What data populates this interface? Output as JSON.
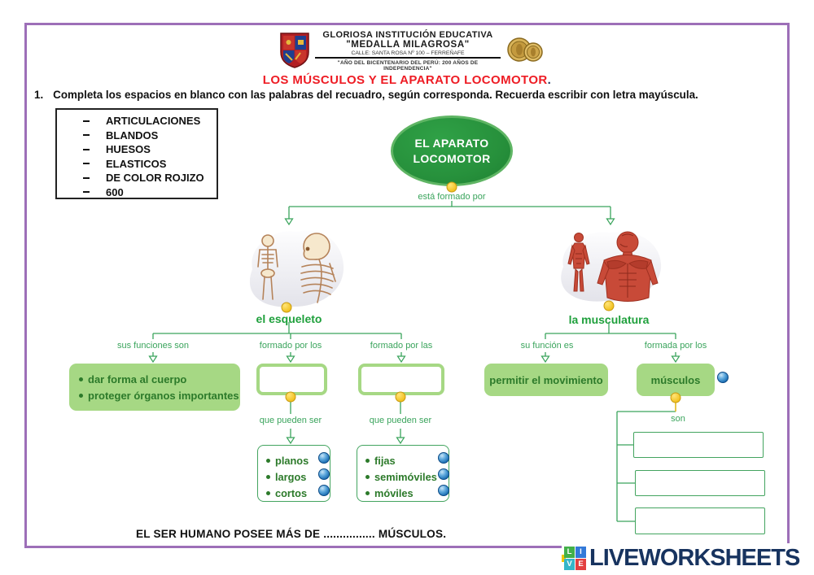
{
  "header": {
    "school_name": "GLORIOSA INSTITUCIÓN EDUCATIVA",
    "school_subname": "\"MEDALLA MILAGROSA\"",
    "address": "CALLE: SANTA ROSA Nº 100 – FERREÑAFE",
    "motto": "\"AÑO DEL BICENTENARIO DEL PERÚ: 200 AÑOS DE INDEPENDENCIA\""
  },
  "title": {
    "text": "LOS MÚSCULOS Y EL APARATO LOCOMOTOR",
    "period": "."
  },
  "instruction": {
    "number": "1.",
    "text": "Completa los espacios en blanco con las palabras del recuadro, según corresponda. Recuerda escribir con letra mayúscula."
  },
  "word_bank": {
    "items": [
      "ARTICULACIONES",
      "BLANDOS",
      "HUESOS",
      "ELASTICOS",
      "DE COLOR ROJIZO",
      "600"
    ]
  },
  "map": {
    "root_label": "EL APARATO LOCOMOTOR",
    "root_connector": "está formado por",
    "left": {
      "node_label": "el esqueleto",
      "branch_labels": [
        "sus funciones son",
        "formado por los",
        "formado por las"
      ],
      "functions": [
        "dar forma al cuerpo",
        "proteger órganos importantes"
      ],
      "sub_connector": "que pueden ser",
      "bone_types": [
        "planos",
        "largos",
        "cortos"
      ],
      "joint_types": [
        "fijas",
        "semimóviles",
        "móviles"
      ]
    },
    "right": {
      "node_label": "la musculatura",
      "branch_labels": [
        "su función es",
        "formada por los"
      ],
      "function_value": "permitir el movimiento",
      "formed_by_value": "músculos",
      "sub_connector": "son"
    }
  },
  "footer_sentence": "EL SER HUMANO POSEE MÁS DE ................ MÚSCULOS.",
  "brand": {
    "name": "LIVEWORKSHEETS",
    "grid_letters": [
      "L",
      "I",
      "V",
      "E"
    ]
  },
  "colors": {
    "purple_border": "#9d6fb8",
    "title_red": "#ee1c24",
    "node_green": "#2f9e44",
    "light_green_fill": "#a6d884",
    "box_text_green": "#2c7a2a",
    "label_green": "#3aa45c",
    "dot_yellow": "#f3c01d",
    "audio_blue": "#1a6cb2",
    "brand_navy": "#17335f"
  }
}
